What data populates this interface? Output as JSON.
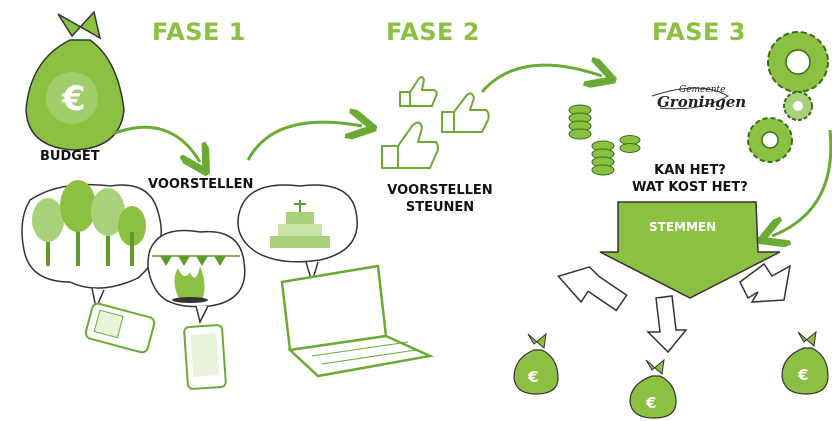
{
  "phases": [
    {
      "label": "FASE 1"
    },
    {
      "label": "FASE 2"
    },
    {
      "label": "FASE 3"
    }
  ],
  "labels": {
    "budget": "BUDGET",
    "voorstellen": "VOORSTELLEN",
    "steunen_line1": "VOORSTELLEN",
    "steunen_line2": "STEUNEN",
    "kan_het": "KAN HET?",
    "wat_kost": "WAT KOST HET?",
    "stemmen": "STEMMEN"
  },
  "logo": {
    "top": "Gemeente",
    "main": "Groningen"
  },
  "currency_symbol": "€",
  "colors": {
    "accent": "#8cc043",
    "light_green": "#a9d17a",
    "dark_green": "#5f9a2a",
    "ink": "#1a1a1a"
  }
}
